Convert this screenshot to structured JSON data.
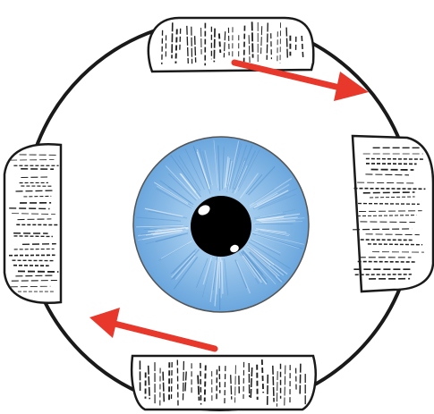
{
  "figure": {
    "subject": "eyeball-front-view",
    "components": [
      "sclera",
      "iris",
      "pupil",
      "superior-muscle",
      "inferior-muscle",
      "medial-muscle",
      "lateral-muscle"
    ],
    "arrows": [
      {
        "name": "rotation-arrow-top",
        "direction": "clockwise"
      },
      {
        "name": "rotation-arrow-bottom",
        "direction": "clockwise"
      }
    ]
  },
  "colors": {
    "background": "#ffffff",
    "sclera_fill": "#ffffff",
    "outline": "#1a1a1a",
    "iris_outer": "#6aa6dd",
    "iris_inner": "#bcdcf3",
    "pupil": "#000000",
    "arrow": "#e8382b",
    "muscle_fill": "#ffffff",
    "hatch": "#1f1f1f"
  }
}
